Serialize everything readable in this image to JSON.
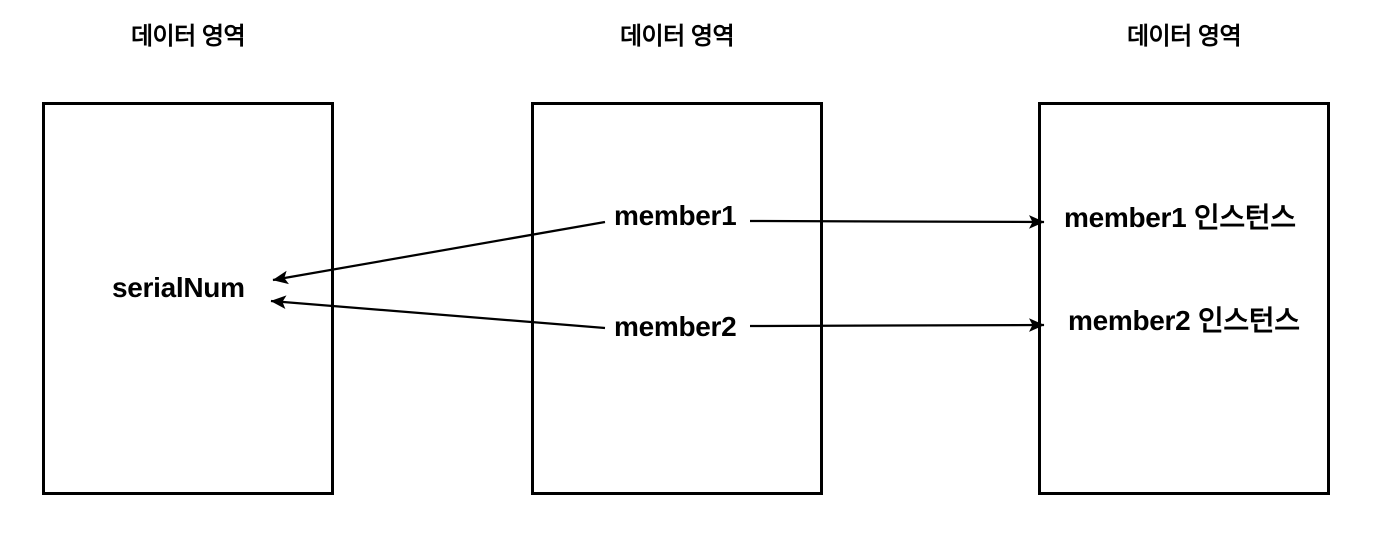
{
  "diagram": {
    "background_color": "#ffffff",
    "line_color": "#000000",
    "text_color": "#000000",
    "boxes": [
      {
        "id": "data-area-left",
        "title": "데이터 영역",
        "items": [
          {
            "label": "serialNum"
          }
        ]
      },
      {
        "id": "data-area-middle",
        "title": "데이터 영역",
        "items": [
          {
            "label": "member1"
          },
          {
            "label": "member2"
          }
        ]
      },
      {
        "id": "data-area-right",
        "title": "데이터 영역",
        "items": [
          {
            "label": "member1 인스턴스"
          },
          {
            "label": "member2 인스턴스"
          }
        ]
      }
    ],
    "arrows": [
      {
        "from": "member1",
        "to": "serialNum",
        "direction": "left"
      },
      {
        "from": "member2",
        "to": "serialNum",
        "direction": "left"
      },
      {
        "from": "member1",
        "to": "member1 인스턴스",
        "direction": "right"
      },
      {
        "from": "member2",
        "to": "member2 인스턴스",
        "direction": "right"
      }
    ]
  }
}
